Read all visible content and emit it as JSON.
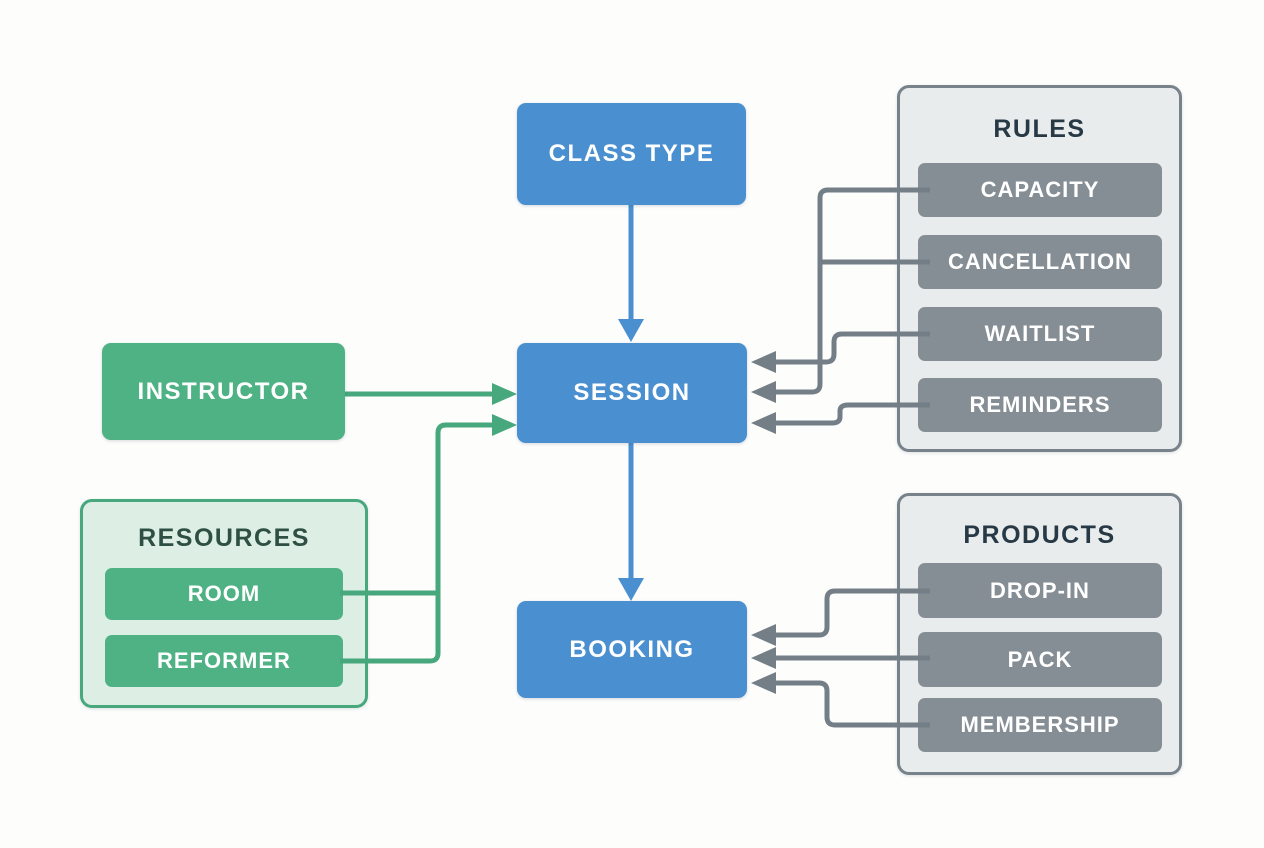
{
  "nodes": {
    "class_type": {
      "label": "CLASS TYPE"
    },
    "session": {
      "label": "SESSION"
    },
    "booking": {
      "label": "BOOKING"
    },
    "instructor": {
      "label": "INSTRUCTOR"
    }
  },
  "groups": {
    "resources": {
      "title": "RESOURCES",
      "items": [
        {
          "label": "ROOM"
        },
        {
          "label": "REFORMER"
        }
      ]
    },
    "rules": {
      "title": "RULES",
      "items": [
        {
          "label": "CAPACITY"
        },
        {
          "label": "CANCELLATION"
        },
        {
          "label": "WAITLIST"
        },
        {
          "label": "REMINDERS"
        }
      ]
    },
    "products": {
      "title": "PRODUCTS",
      "items": [
        {
          "label": "DROP-IN"
        },
        {
          "label": "PACK"
        },
        {
          "label": "MEMBERSHIP"
        }
      ]
    }
  },
  "edges": [
    {
      "from": "CLASS TYPE",
      "to": "SESSION",
      "color": "blue"
    },
    {
      "from": "INSTRUCTOR",
      "to": "SESSION",
      "color": "green"
    },
    {
      "from": "ROOM",
      "to": "SESSION",
      "color": "green"
    },
    {
      "from": "REFORMER",
      "to": "SESSION",
      "color": "green"
    },
    {
      "from": "CAPACITY",
      "to": "SESSION",
      "color": "gray"
    },
    {
      "from": "CANCELLATION",
      "to": "SESSION",
      "color": "gray"
    },
    {
      "from": "WAITLIST",
      "to": "SESSION",
      "color": "gray"
    },
    {
      "from": "REMINDERS",
      "to": "SESSION",
      "color": "gray"
    },
    {
      "from": "SESSION",
      "to": "BOOKING",
      "color": "blue"
    },
    {
      "from": "DROP-IN",
      "to": "BOOKING",
      "color": "gray"
    },
    {
      "from": "PACK",
      "to": "BOOKING",
      "color": "gray"
    },
    {
      "from": "MEMBERSHIP",
      "to": "BOOKING",
      "color": "gray"
    }
  ],
  "colors": {
    "blue": "#4a8fd0",
    "green": "#4fb284",
    "green_light": "#ddefe4",
    "line_green": "#46a87c",
    "gray": "#868e95",
    "gray_light": "#e9eced",
    "gray_border": "#78828a",
    "line_gray": "#747e86",
    "title_dark": "#283946",
    "title_green_dark": "#2e4f44",
    "background": "#fdfdfc"
  }
}
